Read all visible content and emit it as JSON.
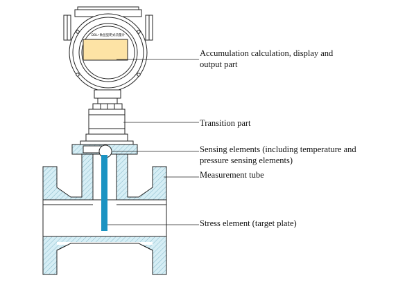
{
  "diagram": {
    "device_caption": "DBL•数显型靶式流量计",
    "labels": {
      "accumulation": [
        "Accumulation calculation, display and",
        "output part"
      ],
      "transition": [
        "Transition part"
      ],
      "sensing": [
        "Sensing elements (including temperature and",
        "pressure sensing elements)"
      ],
      "tube": [
        "Measurement tube"
      ],
      "stress": [
        "Stress element (target plate)"
      ]
    },
    "colors": {
      "display_window": "#fde3a5",
      "hatch_fill": "#d6eef5",
      "stress_rod": "#1b93c2",
      "line": "#222222"
    }
  }
}
